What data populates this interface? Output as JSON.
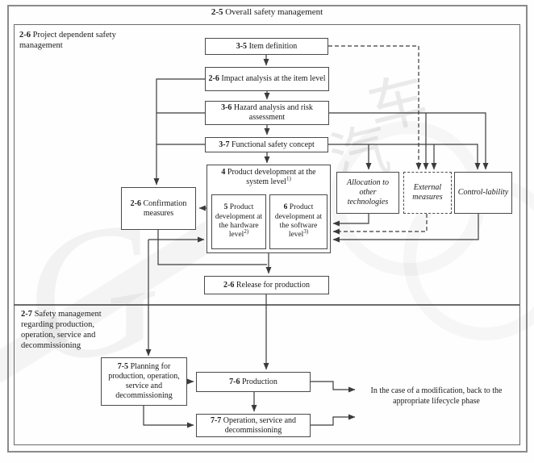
{
  "title": {
    "prefix": "2-5",
    "text": "Overall safety management"
  },
  "sections": {
    "project": {
      "prefix": "2-6",
      "text": "Project dependent safety management"
    },
    "post": {
      "prefix": "2-7",
      "text": "Safety management regarding production, operation, service and decommissioning"
    }
  },
  "nodes": {
    "item_definition": {
      "prefix": "3-5",
      "text": "Item definition"
    },
    "impact_analysis": {
      "prefix": "2-6",
      "text": "Impact analysis at the item level"
    },
    "hazard_analysis": {
      "prefix": "3-6",
      "text": "Hazard analysis and risk assessment"
    },
    "functional_safety_concept": {
      "prefix": "3-7",
      "text": "Functional safety concept"
    },
    "system_development": {
      "prefix": "4",
      "text": "Product development at the system level",
      "sup": "1)"
    },
    "hardware_development": {
      "prefix": "5",
      "text": "Product development at the hardware level",
      "sup": "2)"
    },
    "software_development": {
      "prefix": "6",
      "text": "Product development at the software level",
      "sup": "3)"
    },
    "confirmation_measures": {
      "prefix": "2-6",
      "text": "Confirmation measures"
    },
    "allocation_other_technologies": {
      "text": "Allocation to other technologies"
    },
    "external_measures": {
      "text": "External measures"
    },
    "controllability": {
      "text": "Control-lability"
    },
    "release_for_production": {
      "prefix": "2-6",
      "text": "Release for production"
    },
    "planning": {
      "prefix": "7-5",
      "text": "Planning for production, operation, service and decommissioning"
    },
    "production": {
      "prefix": "7-6",
      "text": "Production"
    },
    "operation_service": {
      "prefix": "7-7",
      "text": "Operation, service and decommissioning"
    }
  },
  "annotations": {
    "modification_note": "In the case of a modification, back to the appropriate lifecycle phase"
  },
  "watermark": {
    "cn_char_1": "车",
    "cn_char_2": "汽",
    "latin": "G"
  },
  "colors": {
    "line": "#3b3b3b",
    "box_border": "#4a4a4a",
    "frame_border": "#7a7a7a",
    "text": "#1a1a1a",
    "background": "#fefefe"
  }
}
